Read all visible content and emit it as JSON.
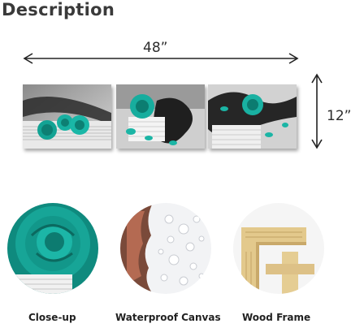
{
  "heading": "Description",
  "dimensions": {
    "width_label": "48”",
    "height_label": "12”"
  },
  "panels": [
    {
      "name": "rose-violin-panel-left"
    },
    {
      "name": "rose-violin-panel-middle"
    },
    {
      "name": "rose-violin-panel-right"
    }
  ],
  "features": [
    {
      "label": "Close-up"
    },
    {
      "label": "Waterproof Canvas"
    },
    {
      "label": "Wood Frame"
    }
  ],
  "colors": {
    "accent_teal": "#1aa89a",
    "text": "#333333",
    "wood": "#e3c98c"
  }
}
